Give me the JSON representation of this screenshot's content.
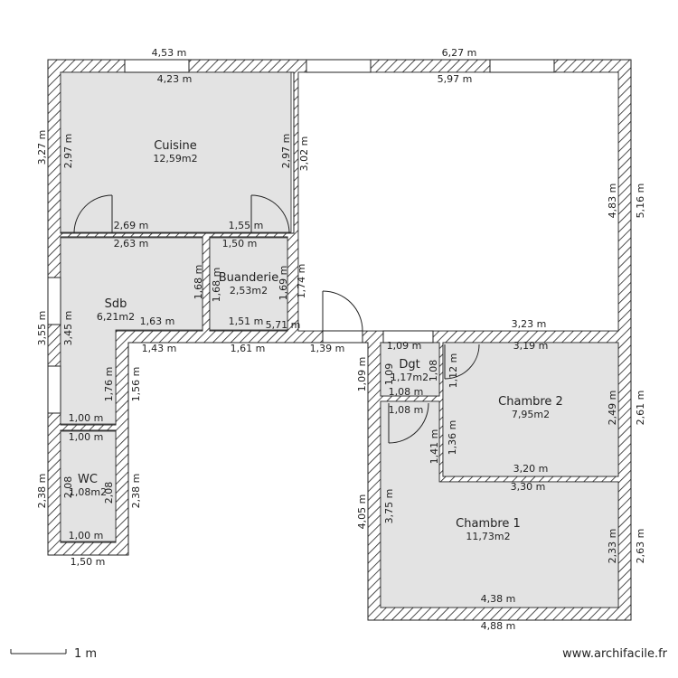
{
  "rooms": {
    "cuisine": {
      "name": "Cuisine",
      "area": "12,59m2"
    },
    "sdb": {
      "name": "Sdb",
      "area": "6,21m2"
    },
    "buanderie": {
      "name": "Buanderie",
      "area": "2,53m2"
    },
    "wc": {
      "name": "WC",
      "area": "1,08m2"
    },
    "dgt": {
      "name": "Dgt",
      "area": "1,17m2"
    },
    "chambre2": {
      "name": "Chambre 2",
      "area": "7,95m2"
    },
    "chambre1": {
      "name": "Chambre 1",
      "area": "11,73m2"
    }
  },
  "dims": {
    "top_left_outer": "4,53 m",
    "top_left_inner": "4,23 m",
    "top_right_outer": "6,27 m",
    "top_right_inner": "5,97 m",
    "left_top_outer": "3,27 m",
    "cuisine_left_inner": "2,97 m",
    "cuisine_right_inner": "2,97 m",
    "living_left": "3,02 m",
    "right_outer_top": "5,16 m",
    "right_inner_top": "4,83 m",
    "cuisine_bottom_left": "2,69 m",
    "cuisine_bottom_right": "1,55 m",
    "sdb_top": "2,63 m",
    "buanderie_top": "1,50 m",
    "sdb_right_upper": "1,68 m",
    "buanderie_left": "1,68 m",
    "buanderie_right_inner": "1,69 m",
    "buanderie_right_outer": "1,74 m",
    "sdb_bottom_right": "1,63 m",
    "buanderie_bottom": "1,51 m",
    "buanderie_bottom_wall": "5,71 m",
    "left_mid_outer": "3,55 m",
    "sdb_left_inner": "3,45 m",
    "corridor_top_left": "1,43 m",
    "corridor_top_mid": "1,61 m",
    "corridor_top_right": "1,39 m",
    "sdb_right_lower": "1,76 m",
    "sdb_right_lower_outer": "1,56 m",
    "sdb_bottom": "1,00 m",
    "wc_top": "1,00 m",
    "wc_bottom": "1,00 m",
    "wc_bottom_outer": "1,50 m",
    "left_bottom_outer": "2,38 m",
    "wc_left_inner": "2,08",
    "wc_right_inner": "2,08",
    "wc_right_outer": "2,38 m",
    "dgt_top": "1,09 m",
    "dgt_left": "1,09",
    "dgt_left_outer": "1,09 m",
    "dgt_right": "1,08",
    "dgt_right_outer": "1,12 m",
    "dgt_bottom": "1,08 m",
    "ch1_top_left": "1,08 m",
    "ch2_top_outer": "3,23 m",
    "ch2_top_inner": "3,19 m",
    "ch2_right_inner": "2,49 m",
    "ch2_right_outer": "2,61 m",
    "ch2_bottom": "3,20 m",
    "ch2_left": "1,36 m",
    "ch2_left_outer": "1,41 m",
    "ch1_top": "3,30 m",
    "ch1_left_outer": "4,05 m",
    "ch1_left_inner": "3,75 m",
    "ch1_right_inner": "2,33 m",
    "ch1_right_outer": "2,63 m",
    "ch1_bottom_inner": "4,38 m",
    "ch1_bottom_outer": "4,88 m"
  },
  "scale_label": "1 m",
  "watermark": "www.archifacile.fr",
  "colors": {
    "room_fill": "#e3e3e3",
    "hatch": "#222222",
    "wall_bg": "#ffffff"
  }
}
